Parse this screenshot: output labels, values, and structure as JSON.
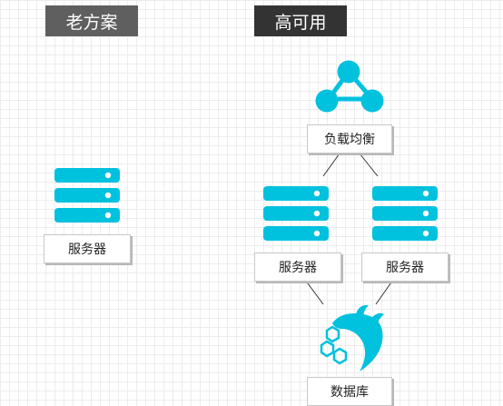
{
  "sections": {
    "old": {
      "title": "老方案"
    },
    "ha": {
      "title": "高可用"
    }
  },
  "nodes": {
    "old_server": {
      "label": "服务器",
      "icon": "server-icon"
    },
    "load_balancer": {
      "label": "负载均衡",
      "icon": "load-balancer-icon"
    },
    "ha_server_1": {
      "label": "服务器",
      "icon": "server-icon"
    },
    "ha_server_2": {
      "label": "服务器",
      "icon": "server-icon"
    },
    "database": {
      "label": "数据库",
      "icon": "mysql-dolphin-icon"
    }
  },
  "colors": {
    "icon": "#00c1de",
    "old_title_bg": "#5f5f5f",
    "ha_title_bg": "#333333",
    "connector": "#333333"
  }
}
